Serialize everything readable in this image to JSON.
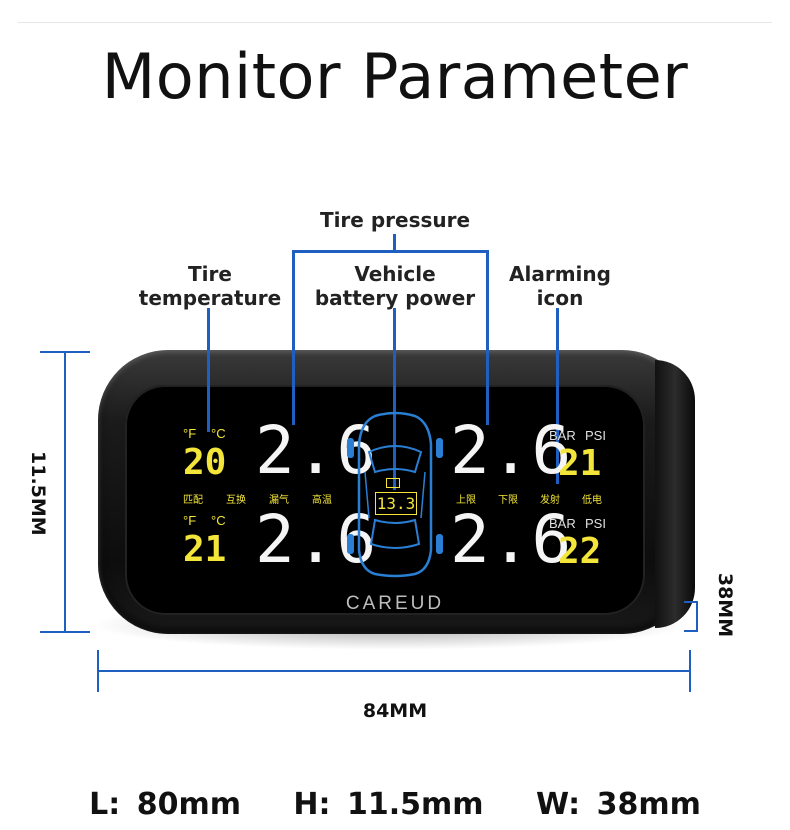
{
  "title": "Monitor Parameter",
  "callouts": {
    "tire_pressure": "Tire pressure",
    "tire_temperature_1": "Tire",
    "tire_temperature_2": "temperature",
    "battery_1": "Vehicle",
    "battery_2": "battery power",
    "alarm_1": "Alarming",
    "alarm_2": "icon"
  },
  "display": {
    "temp_units_top": [
      "°F",
      "°C"
    ],
    "temp_units_bottom": [
      "°F",
      "°C"
    ],
    "temp_top": "20",
    "temp_bottom": "21",
    "pressure_fl": "2.6",
    "pressure_fr": "2.6",
    "pressure_rl": "2.6",
    "pressure_rr": "2.6",
    "voltage": "13.3",
    "pressure_units_top": [
      "BAR",
      "PSI"
    ],
    "pressure_units_bottom": [
      "BAR",
      "PSI"
    ],
    "right_top": "21",
    "right_bottom": "22",
    "status_left": [
      "匹配",
      "互换",
      "漏气",
      "高温"
    ],
    "status_right": [
      "上限",
      "下限",
      "发射",
      "低电"
    ],
    "brand": "CAREUD"
  },
  "dimensions": {
    "height_label": "11.5MM",
    "width_label": "84MM",
    "depth_label": "38MM"
  },
  "specs": {
    "length": "L: 80mm",
    "height": "H: 11.5mm",
    "width": "W: 38mm"
  },
  "colors": {
    "callout_line": "#1f5fbf",
    "lcd_yellow": "#f3e53a",
    "lcd_white": "#f5f5f5",
    "car_outline": "#2a7fd4"
  }
}
